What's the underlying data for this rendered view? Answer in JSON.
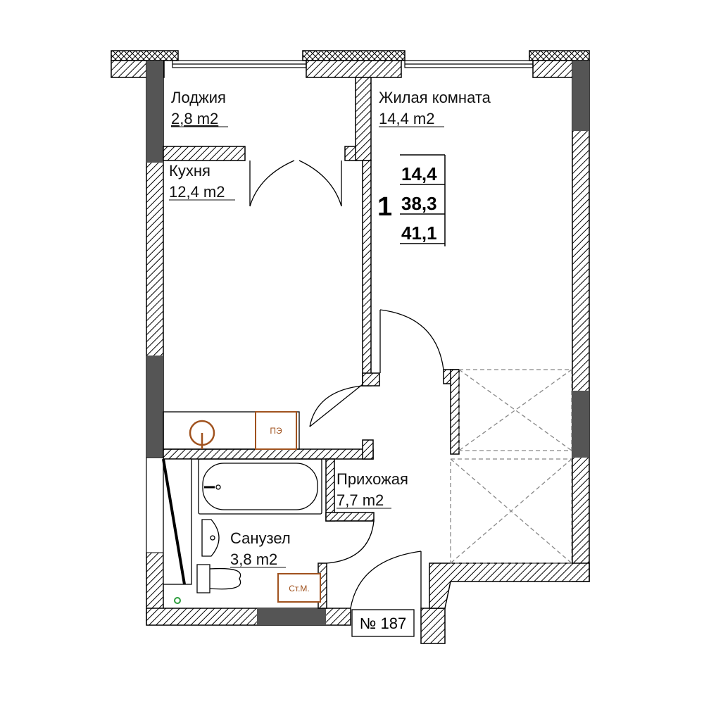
{
  "rooms": {
    "loggia": {
      "name": "Лоджия",
      "area": "2,8 m2"
    },
    "living": {
      "name": "Жилая комната",
      "area": "14,4 m2"
    },
    "kitchen": {
      "name": "Кухня",
      "area": "12,4 m2"
    },
    "hallway": {
      "name": "Прихожая",
      "area": "7,7 m2"
    },
    "bathroom": {
      "name": "Санузел",
      "area": "3,8 m2"
    }
  },
  "summary": {
    "rooms_count": "1",
    "living_area": "14,4",
    "total_area": "38,3",
    "total_with_loggia": "41,1"
  },
  "equipment": {
    "stove_label": "ПЭ",
    "washer_label": "Ст.М."
  },
  "apartment_number": "№ 187",
  "colors": {
    "wall_hatch": "#000000",
    "column_fill": "#555555",
    "fixture_brown": "#a0521e",
    "dashed_gray": "#888888",
    "drain_green": "#2e9e3e"
  }
}
